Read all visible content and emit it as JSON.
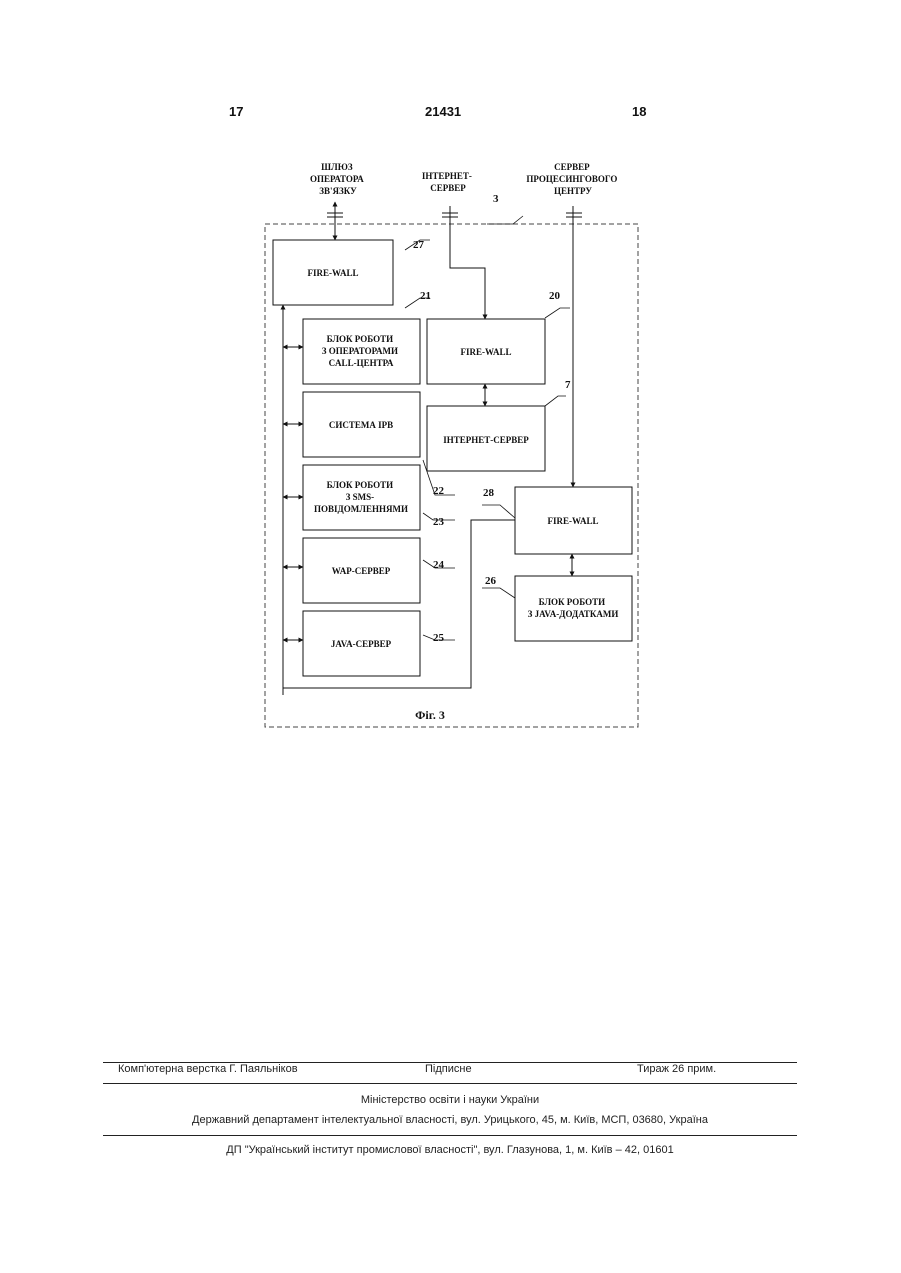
{
  "header": {
    "left": "17",
    "center": "21431",
    "right": "18"
  },
  "figure": {
    "ext_gateway": [
      "ШЛЮЗ",
      "ОПЕРАТОРА",
      "ЗВ'ЯЗКУ"
    ],
    "ext_internet": [
      "ІНТЕРНЕТ-",
      "СЕРВЕР"
    ],
    "ext_processing": [
      "СЕРВЕР",
      "ПРОЦЕСИНГОВОГО",
      "ЦЕНТРУ"
    ],
    "num_3": "3",
    "num_27": "27",
    "num_21": "21",
    "num_20": "20",
    "num_7": "7",
    "num_22": "22",
    "num_23": "23",
    "num_28": "28",
    "num_24": "24",
    "num_26": "26",
    "num_25": "25",
    "fw27": "FIRE-WALL",
    "callcenter": [
      "БЛОК РОБОТИ",
      "З ОПЕРАТОРАМИ",
      "CALL-ЦЕНТРА"
    ],
    "fw20": "FIRE-WALL",
    "ivr": "СИСТЕМА ІРВ",
    "inet_server": "ІНТЕРНЕТ-СЕРВЕР",
    "sms": [
      "БЛОК РОБОТИ",
      "З SMS-",
      "ПОВІДОМЛЕННЯМИ"
    ],
    "fw28": "FIRE-WALL",
    "wap": "WAP-СЕРВЕР",
    "java_apps": [
      "БЛОК РОБОТИ",
      "З JAVA-ДОДАТКАМИ"
    ],
    "java_server": "JAVA-СЕРВЕР",
    "caption": "Фіг. 3"
  },
  "footer": {
    "layout": "Комп'ютерна верстка Г. Паяльніков",
    "signed": "Підписне",
    "circulation": "Тираж 26 прим.",
    "ministry": "Міністерство освіти і науки України",
    "department": "Державний департамент інтелектуальної власності, вул. Урицького, 45, м. Київ, МСП, 03680, Україна",
    "institute": "ДП \"Український інститут промислової власності\", вул. Глазунова, 1, м. Київ – 42, 01601"
  }
}
